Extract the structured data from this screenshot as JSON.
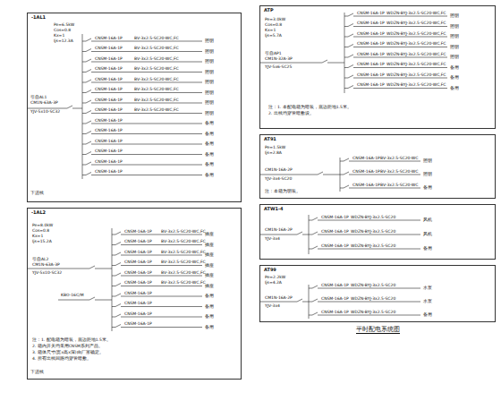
{
  "diagram": {
    "title": "平时配电系统图",
    "nodes": [
      {
        "text": [
          "-1AL1"
        ]
      },
      {
        "text": [
          "-1AL2"
        ]
      },
      {
        "text": [
          "ATP"
        ]
      },
      {
        "text": [
          "AT91"
        ]
      },
      {
        "text": [
          "ATW1-4"
        ]
      },
      {
        "text": [
          "AT99"
        ]
      }
    ],
    "labels": [
      "Pe=6.5kW",
      "Cos=0.8",
      "Kx=1",
      "Ijs=12.3A",
      "CNSM-16A-1P",
      "CNSM-16A-1P",
      "CNSM-16A-1P",
      "CNSM-16A-1P",
      "CNSM-16A-1P",
      "CNSM-16A-1P",
      "CNSM-16A-1P",
      "CNSM-16A-1P",
      "CNSM-16A-1P",
      "CNSM-16A-1P",
      "CNSM-16A-1P",
      "CNSM-16A-1P",
      "CNSM-16A-1P",
      "CNSM-16A-1P",
      "BV-3x2.5-SC20-WC,FC",
      "BV-3x2.5-SC20-WC,FC",
      "BV-3x2.5-SC20-WC,FC",
      "BV-3x2.5-SC20-WC,FC",
      "BV-3x2.5-SC20-WC,FC",
      "BV-3x2.5-SC20-WC,FC",
      "BV-3x2.5-SC20-WC,FC",
      "BV-3x2.5-SC20-WC,FC",
      "照明",
      "照明",
      "照明",
      "照明",
      "照明",
      "照明",
      "照明",
      "照明",
      "备用",
      "备用",
      "备用",
      "备用",
      "备用",
      "备用",
      "引自AL1",
      "CM1N-63A-3P",
      "YJV-5x10-SC32",
      "下进线",
      "Pe=8.0kW",
      "Cos=0.8",
      "Kx=1",
      "Ijs=15.2A",
      "CNSM-16A-1P",
      "CNSM-16A-1P",
      "CNSM-16A-1P",
      "CNSM-16A-1P",
      "CNSM-16A-1P",
      "CNSM-16A-1P",
      "CNSM-16A-1P",
      "CNSM-16A-1P",
      "CNSM-16A-1P",
      "CNSM-16A-1P",
      "BV-3x2.5-SC20-WC,FC",
      "BV-3x2.5-SC20-WC,FC",
      "BV-3x2.5-SC20-WC,FC",
      "BV-3x2.5-SC20-WC,FC",
      "BV-3x2.5-SC20-WC,FC",
      "BV-3x2.5-SC20-WC,FC",
      "插座",
      "插座",
      "插座",
      "插座",
      "插座",
      "插座",
      "备用",
      "备用",
      "备用",
      "备用",
      "引自AL2",
      "CM1N-63A-3P",
      "YJV-5x10-SC32",
      "KBO-16C/M",
      "注：1. 配电箱为暗装，底边距地1.5米。",
      "2. 箱内开关均采用CNSM系列产品。",
      "3. 箱体尺寸(宽x高x深)由厂家确定。",
      "4. 所有出线回路均穿管暗敷。",
      "下进线",
      "Pe=3.0kW",
      "Cos=0.8",
      "Kx=1",
      "Ijs=5.7A",
      "CNSM-16A-1P",
      "CNSM-16A-1P",
      "CNSM-16A-1P",
      "CNSM-16A-1P",
      "CNSM-16A-1P",
      "CNSM-16A-1P",
      "CNSM-16A-1P",
      "CNSM-16A-1P",
      "WDZN-BYJ-3x2.5-SC20-WC,FC",
      "WDZN-BYJ-3x2.5-SC20-WC,FC",
      "WDZN-BYJ-3x2.5-SC20-WC,FC",
      "WDZN-BYJ-3x2.5-SC20-WC,FC",
      "WDZN-BYJ-3x2.5-SC20-WC,FC",
      "WDZN-BYJ-3x2.5-SC20-WC,FC",
      "WDZN-BYJ-3x2.5-SC20-WC,FC",
      "WDZN-BYJ-3x2.5-SC20-WC,FC",
      "照明",
      "照明",
      "照明",
      "照明",
      "照明",
      "备用",
      "备用",
      "备用",
      "引自AP1",
      "CM1N-32A-3P",
      "YJV-5x6-SC25",
      "注：1. 本配电箱为暗装，底边距地1.5米。",
      "2. 出线均穿管暗敷设。",
      "Pe=1.5kW",
      "Ijs=2.8A",
      "CNSM-16A-1P",
      "CNSM-16A-1P",
      "CNSM-16A-1P",
      "BV-3x2.5-SC20-WC",
      "BV-3x2.5-SC20-WC",
      "BV-3x2.5-SC20-WC",
      "照明",
      "照明",
      "备用",
      "CM1N-16A-2P",
      "YJV-3x4-SC20",
      "注：本箱为明装。",
      "CNSM-16A-1P",
      "CNSM-16A-1P",
      "CNSM-16A-1P",
      "WDZN-BYJ-3x2.5-SC20",
      "WDZN-BYJ-3x2.5-SC20",
      "WDZN-BYJ-3x2.5-SC20",
      "风机",
      "风机",
      "备用",
      "CM1N-16A-2P",
      "YJV-3x4",
      "Pe=2.2kW",
      "Ijs=4.2A",
      "CNSM-16A-1P",
      "CNSM-16A-1P",
      "CNSM-16A-1P",
      "WDZN-BYJ-3x2.5-SC20",
      "WDZN-BYJ-3x2.5-SC20",
      "WDZN-BYJ-3x2.5-SC20",
      "水泵",
      "水泵",
      "备用",
      "CM1N-16A-2P",
      "YJV-3x4"
    ]
  }
}
